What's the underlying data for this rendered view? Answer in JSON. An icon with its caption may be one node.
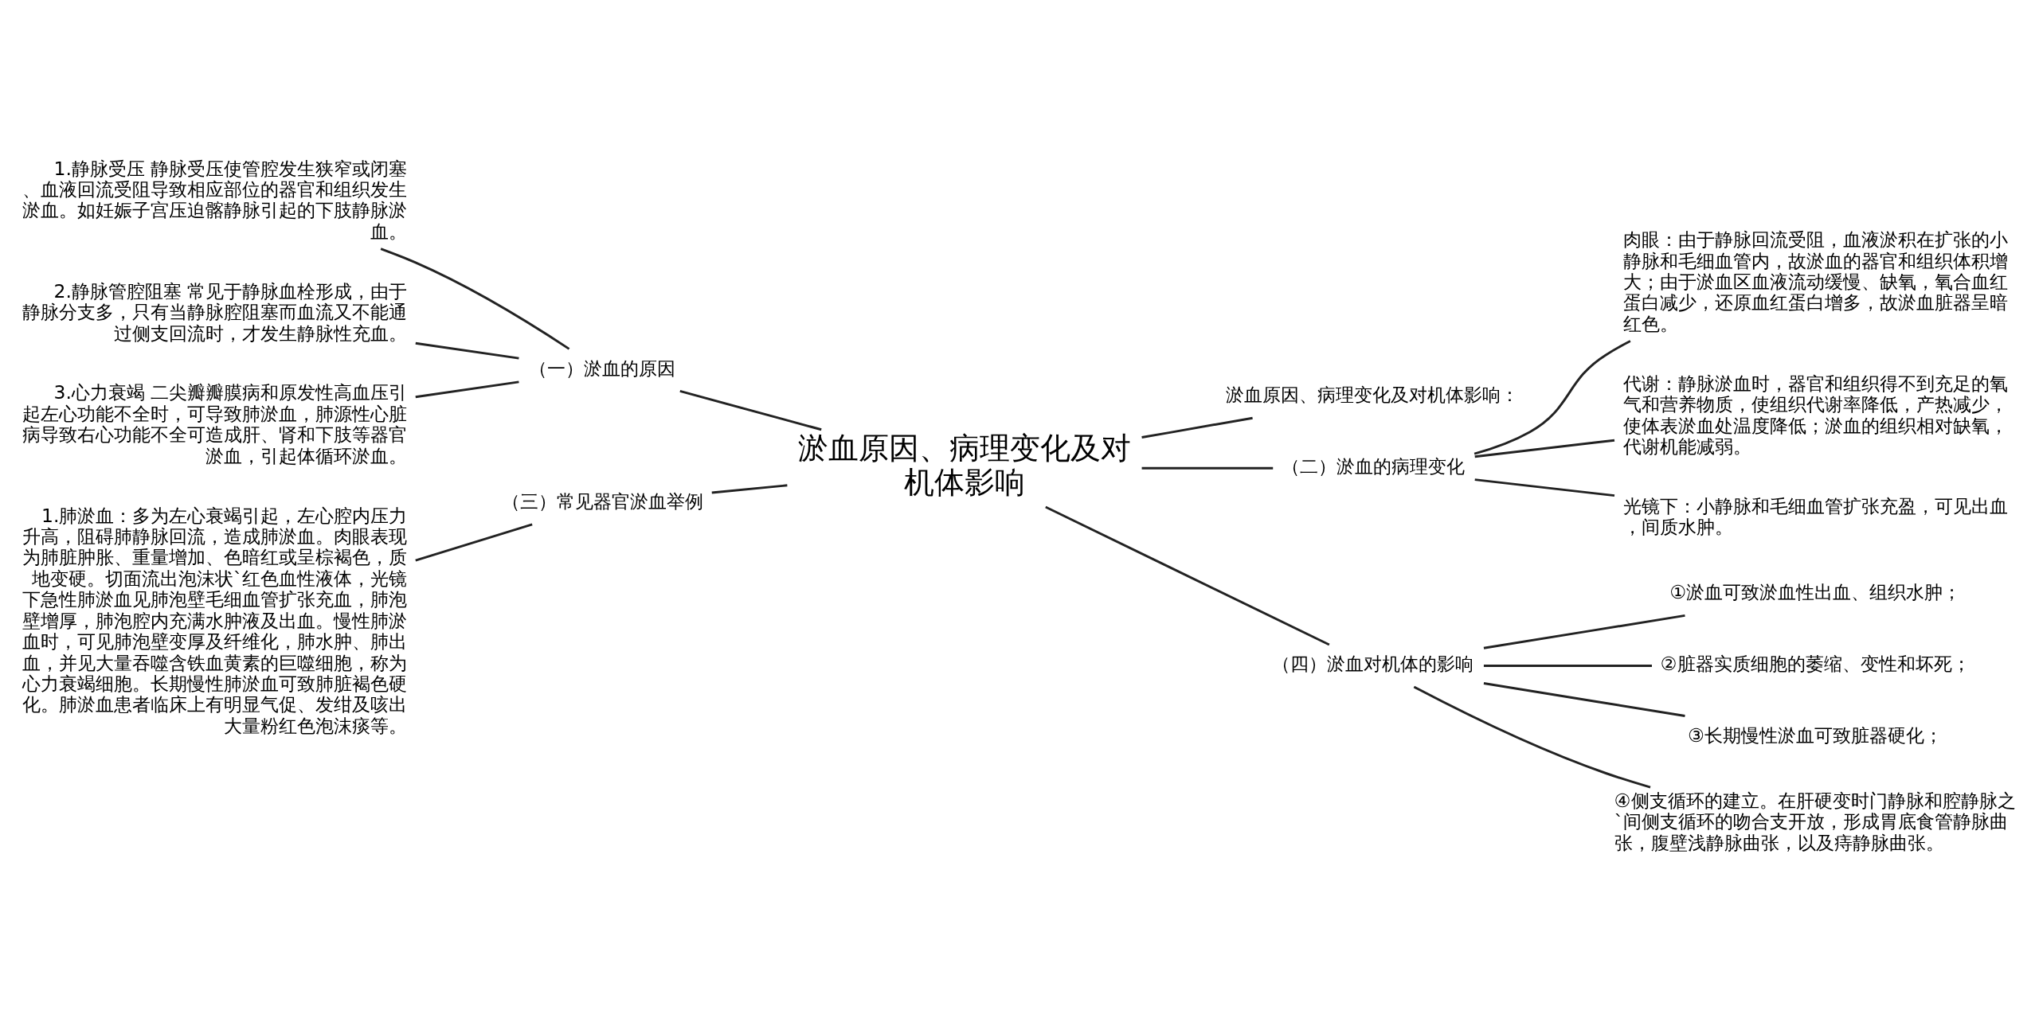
{
  "diagram": {
    "nodes": [
      {
        "text": [
          "淤血原因、病理变化及对机体影响"
        ]
      },
      {
        "text": [
          "淤血原因、病理变化及对机体影响："
        ]
      },
      {
        "text": [
          "（一）淤血的原因"
        ]
      },
      {
        "text": [
          "1.静脉受压 静脉受压使管腔发生狭窄或闭塞、血液回流受阻导致相应部位的器官和组织发生淤血。如妊娠子宫压迫髂静脉引起的下肢静脉淤血。"
        ]
      },
      {
        "text": [
          "2.静脉管腔阻塞 常见于静脉血栓形成，由于静脉分支多，只有当静脉腔阻塞而血流又不能通过侧支回流时，才发生静脉性充血。"
        ]
      },
      {
        "text": [
          "3.心力衰竭 二尖瓣瓣膜病和原发性高血压引起左心功能不全时，可导致肺淤血，肺源性心脏病导致右心功能不全可造成肝、肾和下肢等器官淤血，引起体循环淤血。"
        ]
      },
      {
        "text": [
          "（二）淤血的病理变化"
        ]
      },
      {
        "text": [
          "肉眼：由于静脉回流受阻，血液淤积在扩张的小静脉和毛细血管内，故淤血的器官和组织体积增大；由于淤血区血液流动缓慢、缺氧，氧合血红蛋白减少，还原血红蛋白增多，故淤血脏器呈暗红色。"
        ]
      },
      {
        "text": [
          "代谢：静脉淤血时，器官和组织得不到充足的氧气和营养物质，使组织代谢率降低，产热减少，使体表淤血处温度降低；淤血的组织相对缺氧，代谢机能减弱。"
        ]
      },
      {
        "text": [
          "光镜下：小静脉和毛细血管扩张充盈，可见出血，间质水肿。"
        ]
      },
      {
        "text": [
          "（三）常见器官淤血举例"
        ]
      },
      {
        "text": [
          "1.肺淤血：多为左心衰竭引起，左心腔内压力升高，阻碍肺静脉回流，造成肺淤血。肉眼表现为肺脏肿胀、重量增加、色暗红或呈棕褐色，质地变硬。切面流出泡沫状`红色血性液体，光镜下急性肺淤血见肺泡壁毛细血管扩张充血，肺泡壁增厚，肺泡腔内充满水肿液及出血。慢性肺淤血时，可见肺泡壁变厚及纤维化，肺水肿、肺出血，并见大量吞噬含铁血黄素的巨噬细胞，称为心力衰竭细胞。长期慢性肺淤血可致肺脏褐色硬化。肺淤血患者临床上有明显气促、发绀及咳出大量粉红色泡沫痰等。"
        ]
      },
      {
        "text": [
          "（四）淤血对机体的影响"
        ]
      },
      {
        "text": [
          "①淤血可致淤血性出血、组织水肿；"
        ]
      },
      {
        "text": [
          "②脏器实质细胞的萎缩、变性和坏死；"
        ]
      },
      {
        "text": [
          "③长期慢性淤血可致脏器硬化；"
        ]
      },
      {
        "text": [
          "④侧支循环的建立。在肝硬变时门静脉和腔静脉之`间侧支循环的吻合支开放，形成胃底食管静脉曲张，腹壁浅静脉曲张，以及痔静脉曲张。"
        ]
      }
    ],
    "edges": [
      {
        "from": 0,
        "to": 1,
        "arrow": "none"
      },
      {
        "from": 0,
        "to": 2,
        "arrow": "none"
      },
      {
        "from": 2,
        "to": 3,
        "arrow": "none"
      },
      {
        "from": 2,
        "to": 4,
        "arrow": "none"
      },
      {
        "from": 2,
        "to": 5,
        "arrow": "none"
      },
      {
        "from": 0,
        "to": 6,
        "arrow": "none"
      },
      {
        "from": 6,
        "to": 7,
        "arrow": "none"
      },
      {
        "from": 6,
        "to": 8,
        "arrow": "none"
      },
      {
        "from": 6,
        "to": 9,
        "arrow": "none"
      },
      {
        "from": 0,
        "to": 10,
        "arrow": "none"
      },
      {
        "from": 10,
        "to": 11,
        "arrow": "none"
      },
      {
        "from": 0,
        "to": 12,
        "arrow": "none"
      },
      {
        "from": 12,
        "to": 13,
        "arrow": "none"
      },
      {
        "from": 12,
        "to": 14,
        "arrow": "none"
      },
      {
        "from": 12,
        "to": 15,
        "arrow": "none"
      },
      {
        "from": 12,
        "to": 16,
        "arrow": "none"
      }
    ]
  }
}
